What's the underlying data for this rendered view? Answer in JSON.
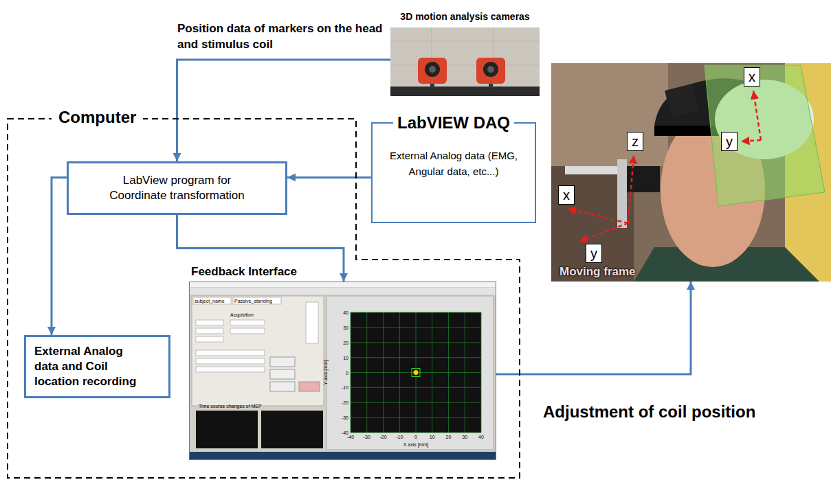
{
  "diagram": {
    "nodes": [
      {
        "text": [
          "3D motion analysis cameras"
        ]
      },
      {
        "text": [
          "Computer"
        ]
      },
      {
        "text": [
          "LabView program for Coordinate transformation"
        ],
        "in": 1
      },
      {
        "text": [
          "LabVIEW DAQ",
          "External Analog data (EMG, Angular data, etc...)"
        ]
      },
      {
        "text": [
          "Moving frame"
        ]
      },
      {
        "text": [
          "Feedback Interface"
        ],
        "in": 1
      },
      {
        "text": [
          "External Analog data and Coil location recording"
        ],
        "in": 1
      }
    ],
    "edges": [
      {
        "from": 0,
        "to": 2,
        "arrow": "to",
        "label": "Position data of markers on the head and stimulus coil"
      },
      {
        "from": 3,
        "to": 2,
        "arrow": "to"
      },
      {
        "from": 2,
        "to": 5,
        "arrow": "to"
      },
      {
        "from": 2,
        "to": 6,
        "arrow": "to"
      },
      {
        "from": 5,
        "to": 4,
        "arrow": "to",
        "label": "Adjustment of coil position"
      }
    ],
    "labels": [
      "x",
      "y",
      "z",
      "x",
      "y",
      "subject_name",
      "Passive_standing",
      "Acquisition",
      "Time course changes of MEP",
      "X axis [mm]",
      "Y axis [mm]",
      "-40",
      "-30",
      "-20",
      "-10",
      "0",
      "10",
      "20",
      "30",
      "40",
      "40",
      "30",
      "20",
      "10",
      "0",
      "-10",
      "-20",
      "-30",
      "-40"
    ]
  }
}
